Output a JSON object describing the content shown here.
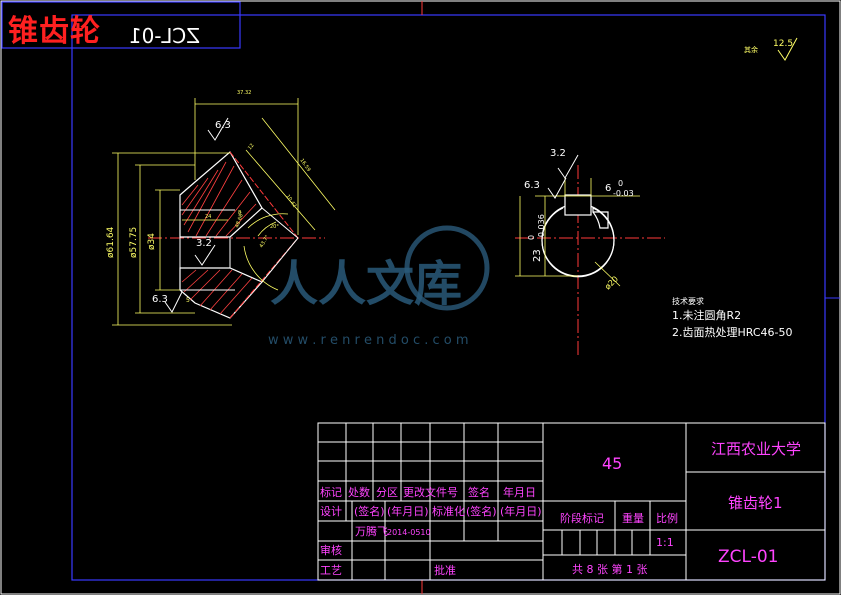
{
  "page": {
    "title": "锥齿轮",
    "mirrored_code": "ZCL-01"
  },
  "surface_roughness": {
    "corner_label": "其余",
    "corner_value": "12.5",
    "r1": "6.3",
    "r2": "3.2",
    "r3": "6.3",
    "keyway_r1": "3.2",
    "keyway_r2": "6.3"
  },
  "dimensions": {
    "top_length": "37.32",
    "d1": "ø61.64",
    "d2": "ø57.75",
    "d3": "ø34",
    "small_5": "5",
    "inner_24": "24",
    "angle_1": "48.68°",
    "angle_2": "43.7°",
    "angle_3": "20°",
    "cone_len": "16.59",
    "cone_slant": "10.42",
    "face_12": "12",
    "face_8": "8",
    "keyway_width": "6",
    "keyway_width_upper": "0",
    "keyway_width_lower": "-0.03",
    "keyway_depth": "23",
    "keyway_depth_upper": "0",
    "keyway_depth_lower": "-0.036",
    "bore": "ø20"
  },
  "tech_requirements": {
    "heading": "技术要求",
    "item1": "1.未注圆角R2",
    "item2": "2.齿面热处理HRC46-50"
  },
  "title_block": {
    "material": "45",
    "school": "江西农业大学",
    "part_name": "锥齿轮1",
    "drawing_no": "ZCL-01",
    "row_labels": {
      "mark": "标记",
      "count": "处数",
      "zone": "分区",
      "change_doc": "更改文件号",
      "sign": "签名",
      "date": "年月日"
    },
    "design": "设计",
    "design_sign": "(签名)",
    "design_date": "(年月日)",
    "standardize": "标准化",
    "std_sign": "(签名)",
    "std_date": "(年月日)",
    "designer": "万腾飞",
    "design_date_value": "2014-0510",
    "review": "审核",
    "process": "工艺",
    "approve": "批准",
    "stage_mark": "阶段标记",
    "weight": "重量",
    "scale": "比例",
    "scale_value": "1:1",
    "sheets": "共 8 张 第 1 张"
  },
  "watermark": {
    "text": "人人文库",
    "url": "w w w . r e n r e n d o c . c o m"
  }
}
